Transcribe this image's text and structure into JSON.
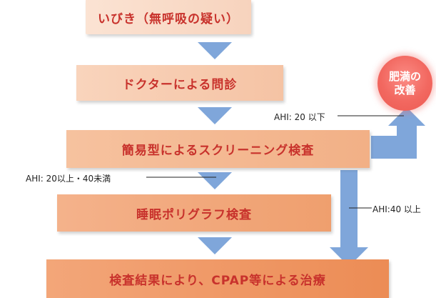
{
  "steps": [
    {
      "label": "いびき（無呼吸の疑い）"
    },
    {
      "label": "ドクターによる問診"
    },
    {
      "label": "簡易型によるスクリーニング検査"
    },
    {
      "label": "睡眠ポリグラフ検査"
    },
    {
      "label": "検査結果により、CPAP等による治療"
    }
  ],
  "annotations": {
    "ahi_below_20": "AHI: 20 以下",
    "ahi_20_40": "AHI: 20以上・40未満",
    "ahi_40_above": "AHI:40 以上"
  },
  "outcome": {
    "line1": "肥満の",
    "line2": "改善"
  },
  "colors": {
    "text_red": "#c8322c",
    "arrow_blue": "#7fa6da",
    "circle_red": "#f26860"
  }
}
